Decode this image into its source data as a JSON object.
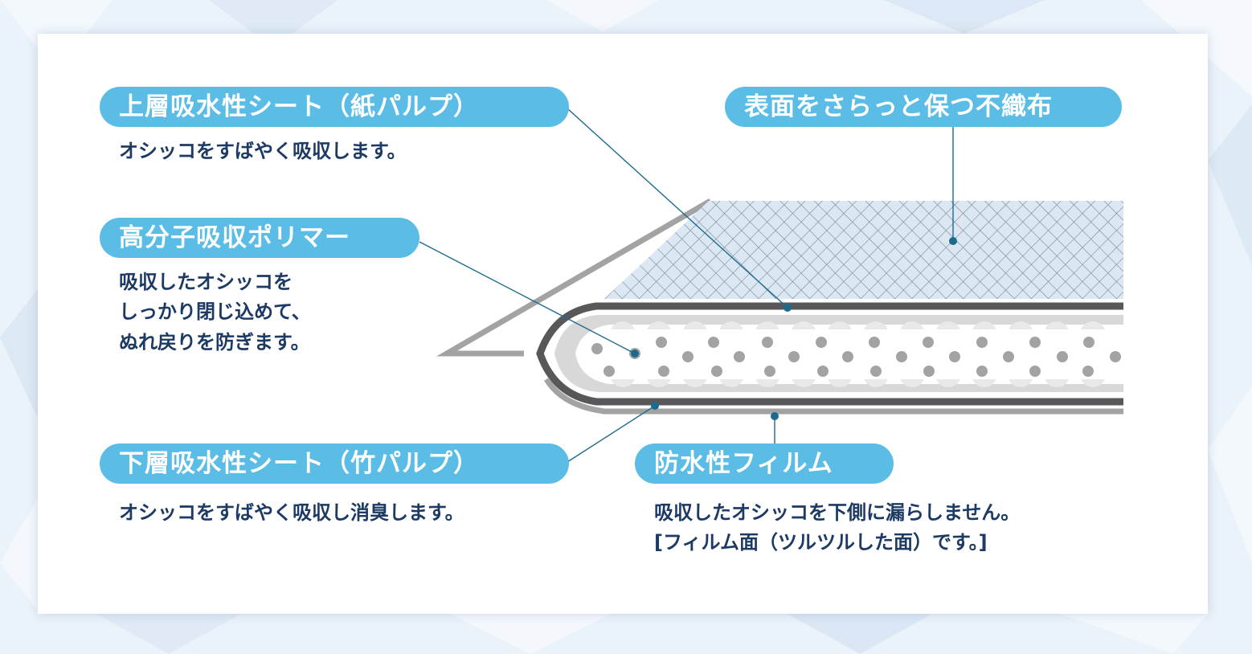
{
  "colors": {
    "pill": "#5bbde6",
    "pill_text": "#ffffff",
    "body_text": "#1d3a64",
    "leader_line": "#1d6a8e",
    "film": "#58585a",
    "polymer": "#a3a3a3",
    "mesh_fill": "#dbe8f4",
    "mesh_line": "#7d8792",
    "card": "#ffffff",
    "background": "#eaf2fa"
  },
  "labels": {
    "upper_sheet": {
      "title": "上層吸水性シート（紙パルプ）",
      "lines": [
        "オシッコをすばやく吸収します。"
      ]
    },
    "polymer": {
      "title": "高分子吸収ポリマー",
      "lines": [
        "吸収したオシッコを",
        "しっかり閉じ込めて、",
        "ぬれ戻りを防ぎます。"
      ]
    },
    "lower_sheet": {
      "title": "下層吸水性シート（竹パルプ）",
      "lines": [
        "オシッコをすばやく吸収し消臭します。"
      ]
    },
    "surface": {
      "title": "表面をさらっと保つ不織布",
      "lines": []
    },
    "film": {
      "title": "防水性フィルム",
      "lines": [
        "吸収したオシッコを下側に漏らしません。",
        "[フィルム面（ツルツルした面）です。]"
      ]
    }
  }
}
